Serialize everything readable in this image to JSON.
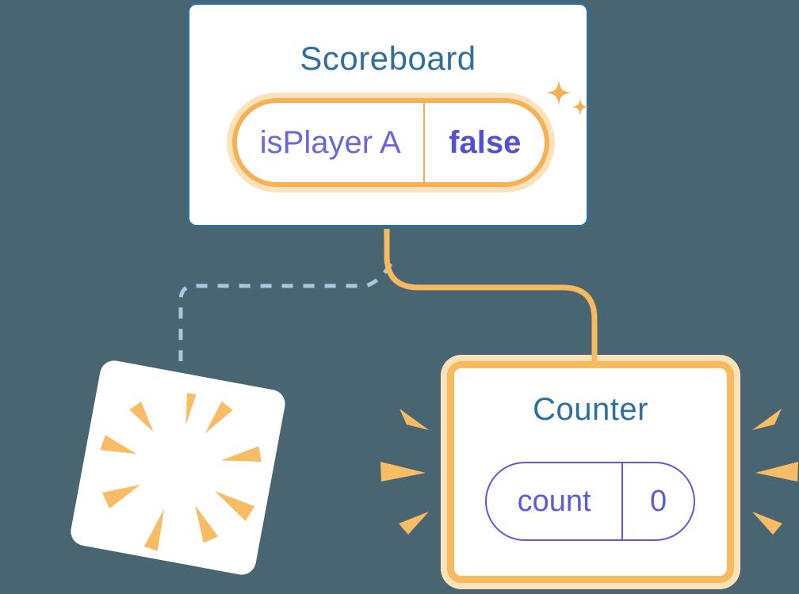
{
  "diagram": {
    "description": "component state tree",
    "background_color": "#4A6572"
  },
  "scoreboard": {
    "title": "Scoreboard",
    "state": {
      "name": "isPlayer A",
      "value": "false"
    }
  },
  "counter": {
    "title": "Counter",
    "state": {
      "name": "count",
      "value": "0"
    }
  },
  "colors": {
    "card_border_blue": "#2F6F9F",
    "title_teal": "#2E6F9E",
    "state_label_indigo": "#6A67DB",
    "state_value_indigo": "#5550D2",
    "counter_pill_indigo": "#5B5BD6",
    "highlight_orange": "#F8BA5C",
    "highlight_orange_glow": "#FCE2BB",
    "burst_orange": "#F8BC64",
    "dashed_connector_blue": "#A9C7DD"
  },
  "icons": {
    "sparkles": "sparkles-icon",
    "burst": "burst-icon",
    "spark": "spark-icon"
  }
}
